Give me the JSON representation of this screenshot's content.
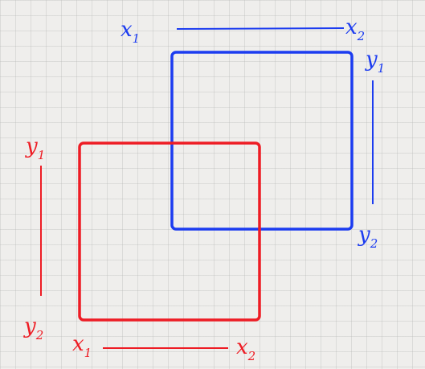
{
  "colors": {
    "background": "#efeeec",
    "grid": "#c9c8c6",
    "blue": "#1c3cf0",
    "red": "#ee1c24"
  },
  "blue_box": {
    "x1": {
      "base": "x",
      "sub": "1"
    },
    "x2": {
      "base": "x",
      "sub": "2"
    },
    "y1": {
      "base": "y",
      "sub": "1"
    },
    "y2": {
      "base": "y",
      "sub": "2"
    }
  },
  "red_box": {
    "x1": {
      "base": "x",
      "sub": "1"
    },
    "x2": {
      "base": "x",
      "sub": "2"
    },
    "y1": {
      "base": "y",
      "sub": "1"
    },
    "y2": {
      "base": "y",
      "sub": "2"
    }
  }
}
